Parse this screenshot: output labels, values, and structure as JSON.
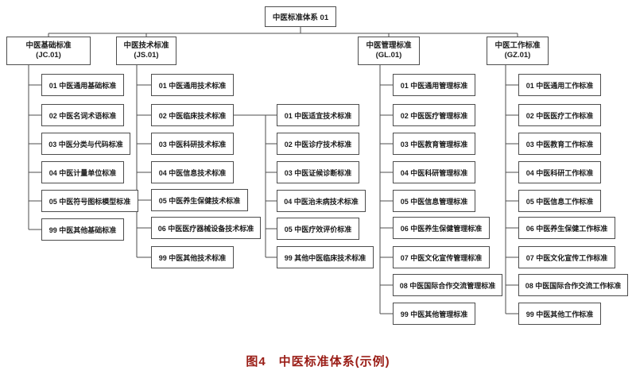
{
  "figure": {
    "root_label": "中医标准体系 01",
    "caption": "图4　中医标准体系(示例)",
    "colors": {
      "caption": "#9a1d16",
      "box_border": "#4d4d4d",
      "connector": "#4d4d4d"
    },
    "branches": [
      {
        "name": "中医基础标准",
        "code": "(JC.01)",
        "items": [
          "01 中医通用基础标准",
          "02 中医名词术语标准",
          "03 中医分类与代码标准",
          "04 中医计量单位标准",
          "05 中医符号图标模型标准",
          "99 中医其他基础标准"
        ]
      },
      {
        "name": "中医技术标准",
        "code": "(JS.01)",
        "items": [
          "01 中医通用技术标准",
          "02 中医临床技术标准",
          "03 中医科研技术标准",
          "04 中医信息技术标准",
          "05 中医养生保健技术标准",
          "06 中医医疗器械设备技术标准",
          "99 中医其他技术标准"
        ],
        "sub_items": [
          "01 中医适宜技术标准",
          "02 中医诊疗技术标准",
          "03 中医证候诊断标准",
          "04 中医治未病技术标准",
          "05 中医疗效评价标准",
          "99 其他中医临床技术标准"
        ]
      },
      {
        "name": "中医管理标准",
        "code": "(GL.01)",
        "items": [
          "01 中医通用管理标准",
          "02 中医医疗管理标准",
          "03 中医教育管理标准",
          "04 中医科研管理标准",
          "05 中医信息管理标准",
          "06 中医养生保健管理标准",
          "07 中医文化宣传管理标准",
          "08 中医国际合作交流管理标准",
          "99 中医其他管理标准"
        ]
      },
      {
        "name": "中医工作标准",
        "code": "(GZ.01)",
        "items": [
          "01 中医通用工作标准",
          "02 中医医疗工作标准",
          "03 中医教育工作标准",
          "04 中医科研工作标准",
          "05 中医信息工作标准",
          "06 中医养生保健工作标准",
          "07 中医文化宣传工作标准",
          "08 中医国际合作交流工作标准",
          "99 中医其他工作标准"
        ]
      }
    ]
  }
}
